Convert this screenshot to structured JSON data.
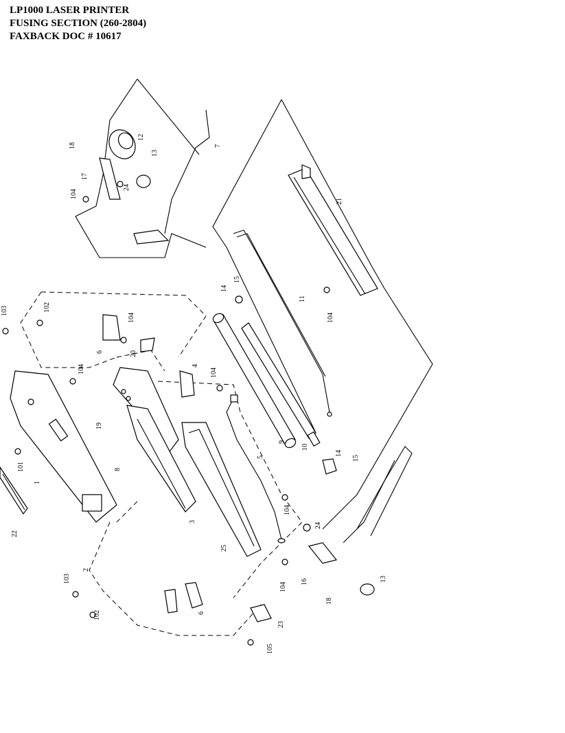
{
  "header": {
    "line1": "LP1000 LASER PRINTER",
    "line2": "FUSING SECTION (260-2804)",
    "line3": "FAXBACK DOC # 10617"
  },
  "callouts": {
    "c1": "1",
    "c2": "2",
    "c3": "3",
    "c4": "4",
    "c5": "5",
    "c6a": "6",
    "c6b": "6",
    "c7": "7",
    "c8": "8",
    "c9": "9",
    "c10": "10",
    "c11": "11",
    "c12": "12",
    "c13a": "13",
    "c13b": "13",
    "c14a": "14",
    "c14b": "14",
    "c15a": "15",
    "c15b": "15",
    "c16": "16",
    "c17": "17",
    "c18a": "18",
    "c18b": "18",
    "c19": "19",
    "c20": "20",
    "c21": "21",
    "c22": "22",
    "c23": "23",
    "c24a": "24",
    "c24b": "24",
    "c25": "25",
    "c101": "101",
    "c102a": "102",
    "c102b": "102",
    "c103a": "103",
    "c103b": "103",
    "c104a": "104",
    "c104b": "104",
    "c104c": "104",
    "c104d": "104",
    "c104e": "104",
    "c104f": "104",
    "c104g": "104",
    "c105": "105"
  }
}
